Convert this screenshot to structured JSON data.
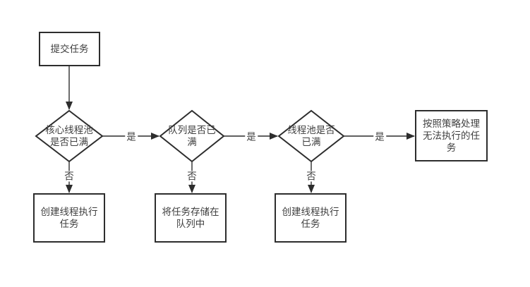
{
  "canvas": {
    "background": "#ffffff",
    "stroke_color": "#2d2d2d",
    "text_color": "#3f3f3f"
  },
  "nodes": {
    "submit": {
      "type": "process",
      "label": "提交任务"
    },
    "core_pool_full": {
      "type": "decision",
      "label": "核心线程池\n是否已满"
    },
    "queue_full": {
      "type": "decision",
      "label": "队列是否已\n满"
    },
    "pool_full": {
      "type": "decision",
      "label": "线程池是否\n已满"
    },
    "create_thread_1": {
      "type": "process",
      "label": "创建线程执行\n任务"
    },
    "store_in_queue": {
      "type": "process",
      "label": "将任务存储在\n队列中"
    },
    "create_thread_2": {
      "type": "process",
      "label": "创建线程执行\n任务"
    },
    "policy_handle": {
      "type": "process",
      "label": "按照策略处理\n无法执行的任\n务"
    }
  },
  "edges": [
    {
      "from": "submit",
      "to": "core_pool_full",
      "label": ""
    },
    {
      "from": "core_pool_full",
      "to": "queue_full",
      "label": "是"
    },
    {
      "from": "core_pool_full",
      "to": "create_thread_1",
      "label": "否"
    },
    {
      "from": "queue_full",
      "to": "pool_full",
      "label": "是"
    },
    {
      "from": "queue_full",
      "to": "store_in_queue",
      "label": "否"
    },
    {
      "from": "pool_full",
      "to": "policy_handle",
      "label": "是"
    },
    {
      "from": "pool_full",
      "to": "create_thread_2",
      "label": "否"
    }
  ]
}
